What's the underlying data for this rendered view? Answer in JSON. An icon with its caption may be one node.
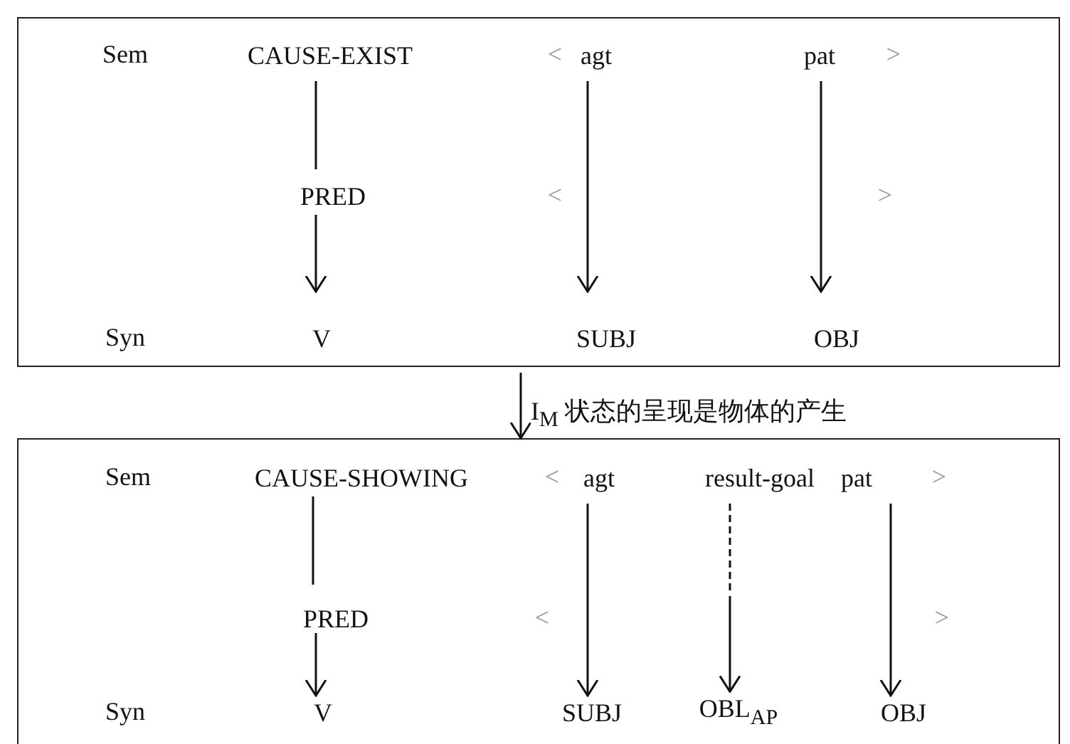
{
  "diagram": {
    "nodes": [
      {
        "text": [],
        "shape": "box"
      },
      {
        "text": [
          "CAUSE-EXIST"
        ],
        "in": 0
      },
      {
        "text": [
          "agt"
        ],
        "in": 0
      },
      {
        "text": [
          "pat"
        ],
        "in": 0
      },
      {
        "text": [
          "PRED"
        ],
        "in": 0
      },
      {
        "text": [
          "V"
        ],
        "in": 0
      },
      {
        "text": [
          "SUBJ"
        ],
        "in": 0
      },
      {
        "text": [
          "OBJ"
        ],
        "in": 0
      },
      {
        "text": [],
        "shape": "box"
      },
      {
        "text": [
          "CAUSE-SHOWING"
        ],
        "in": 8
      },
      {
        "text": [
          "agt"
        ],
        "in": 8
      },
      {
        "text": [
          "result-goal"
        ],
        "in": 8
      },
      {
        "text": [
          "pat"
        ],
        "in": 8
      },
      {
        "text": [
          "PRED"
        ],
        "in": 8
      },
      {
        "text": [
          "V"
        ],
        "in": 8
      },
      {
        "text": [
          "SUBJ"
        ],
        "in": 8
      },
      {
        "text": [
          "OBL$_{AP}$"
        ],
        "in": 8
      },
      {
        "text": [
          "OBJ"
        ],
        "in": 8
      }
    ],
    "edges": [
      {
        "from": 1,
        "to": 4,
        "arrow": "none"
      },
      {
        "from": 4,
        "to": 5,
        "arrow": "to"
      },
      {
        "from": 2,
        "to": 6,
        "arrow": "to"
      },
      {
        "from": 3,
        "to": 7,
        "arrow": "to"
      },
      {
        "from": 0,
        "to": 8,
        "arrow": "to",
        "label": "I$_{M}$ 状态的呈现是物体的产生"
      },
      {
        "from": 9,
        "to": 13,
        "arrow": "none"
      },
      {
        "from": 13,
        "to": 14,
        "arrow": "to"
      },
      {
        "from": 10,
        "to": 15,
        "arrow": "to"
      },
      {
        "from": 11,
        "to": 16,
        "arrow": "to",
        "style": "dashed"
      },
      {
        "from": 12,
        "to": 17,
        "arrow": "to"
      }
    ],
    "labels": [
      "Sem",
      "<",
      ">",
      "<",
      ">",
      "Syn",
      "Sem",
      "<",
      ">",
      "<",
      ">",
      "Syn"
    ]
  }
}
